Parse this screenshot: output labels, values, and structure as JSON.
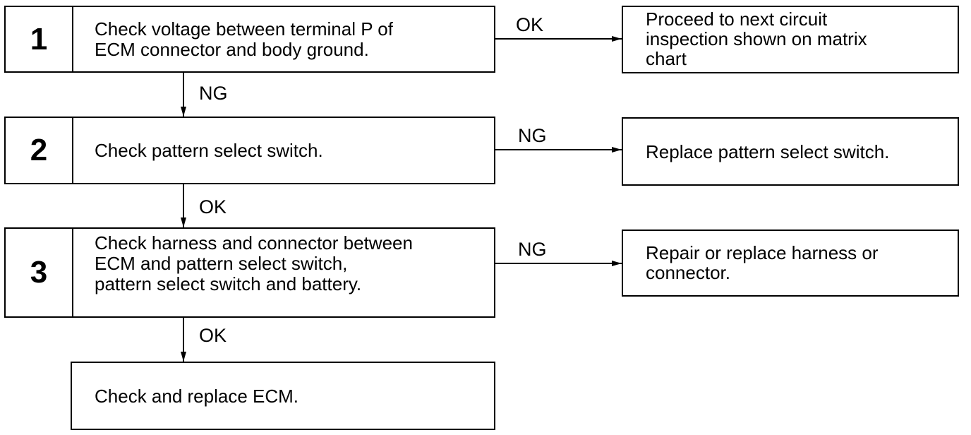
{
  "steps": [
    {
      "number": "1",
      "lines": [
        "Check voltage between terminal P of",
        "ECM connector and body ground."
      ]
    },
    {
      "number": "2",
      "lines": [
        "Check pattern select switch."
      ]
    },
    {
      "number": "3",
      "lines": [
        "Check harness and connector between",
        "ECM and pattern select switch,",
        "pattern select switch and battery."
      ]
    }
  ],
  "final_box": {
    "lines": [
      "Check and replace ECM."
    ]
  },
  "results": [
    {
      "lines": [
        "Proceed to next circuit",
        "inspection shown on matrix",
        "chart"
      ]
    },
    {
      "lines": [
        "Replace pattern select switch."
      ]
    },
    {
      "lines": [
        "Repair or replace harness or",
        "connector."
      ]
    }
  ],
  "side_labels": [
    "OK",
    "NG",
    "NG"
  ],
  "down_labels": [
    "NG",
    "OK",
    "OK"
  ]
}
